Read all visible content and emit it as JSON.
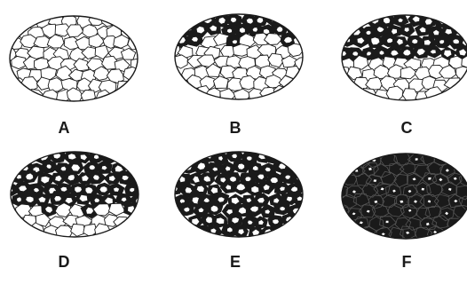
{
  "panels": [
    {
      "label": "A",
      "dark_fraction": 0.0
    },
    {
      "label": "B",
      "dark_fraction": 0.3
    },
    {
      "label": "C",
      "dark_fraction": 0.5
    },
    {
      "label": "D",
      "dark_fraction": 0.7
    },
    {
      "label": "E",
      "dark_fraction": 1.0
    },
    {
      "label": "F",
      "dark_fraction": 1.0,
      "filled_solid": true
    }
  ],
  "colors": {
    "ink": "#1a1a1a",
    "paper": "#ffffff"
  }
}
